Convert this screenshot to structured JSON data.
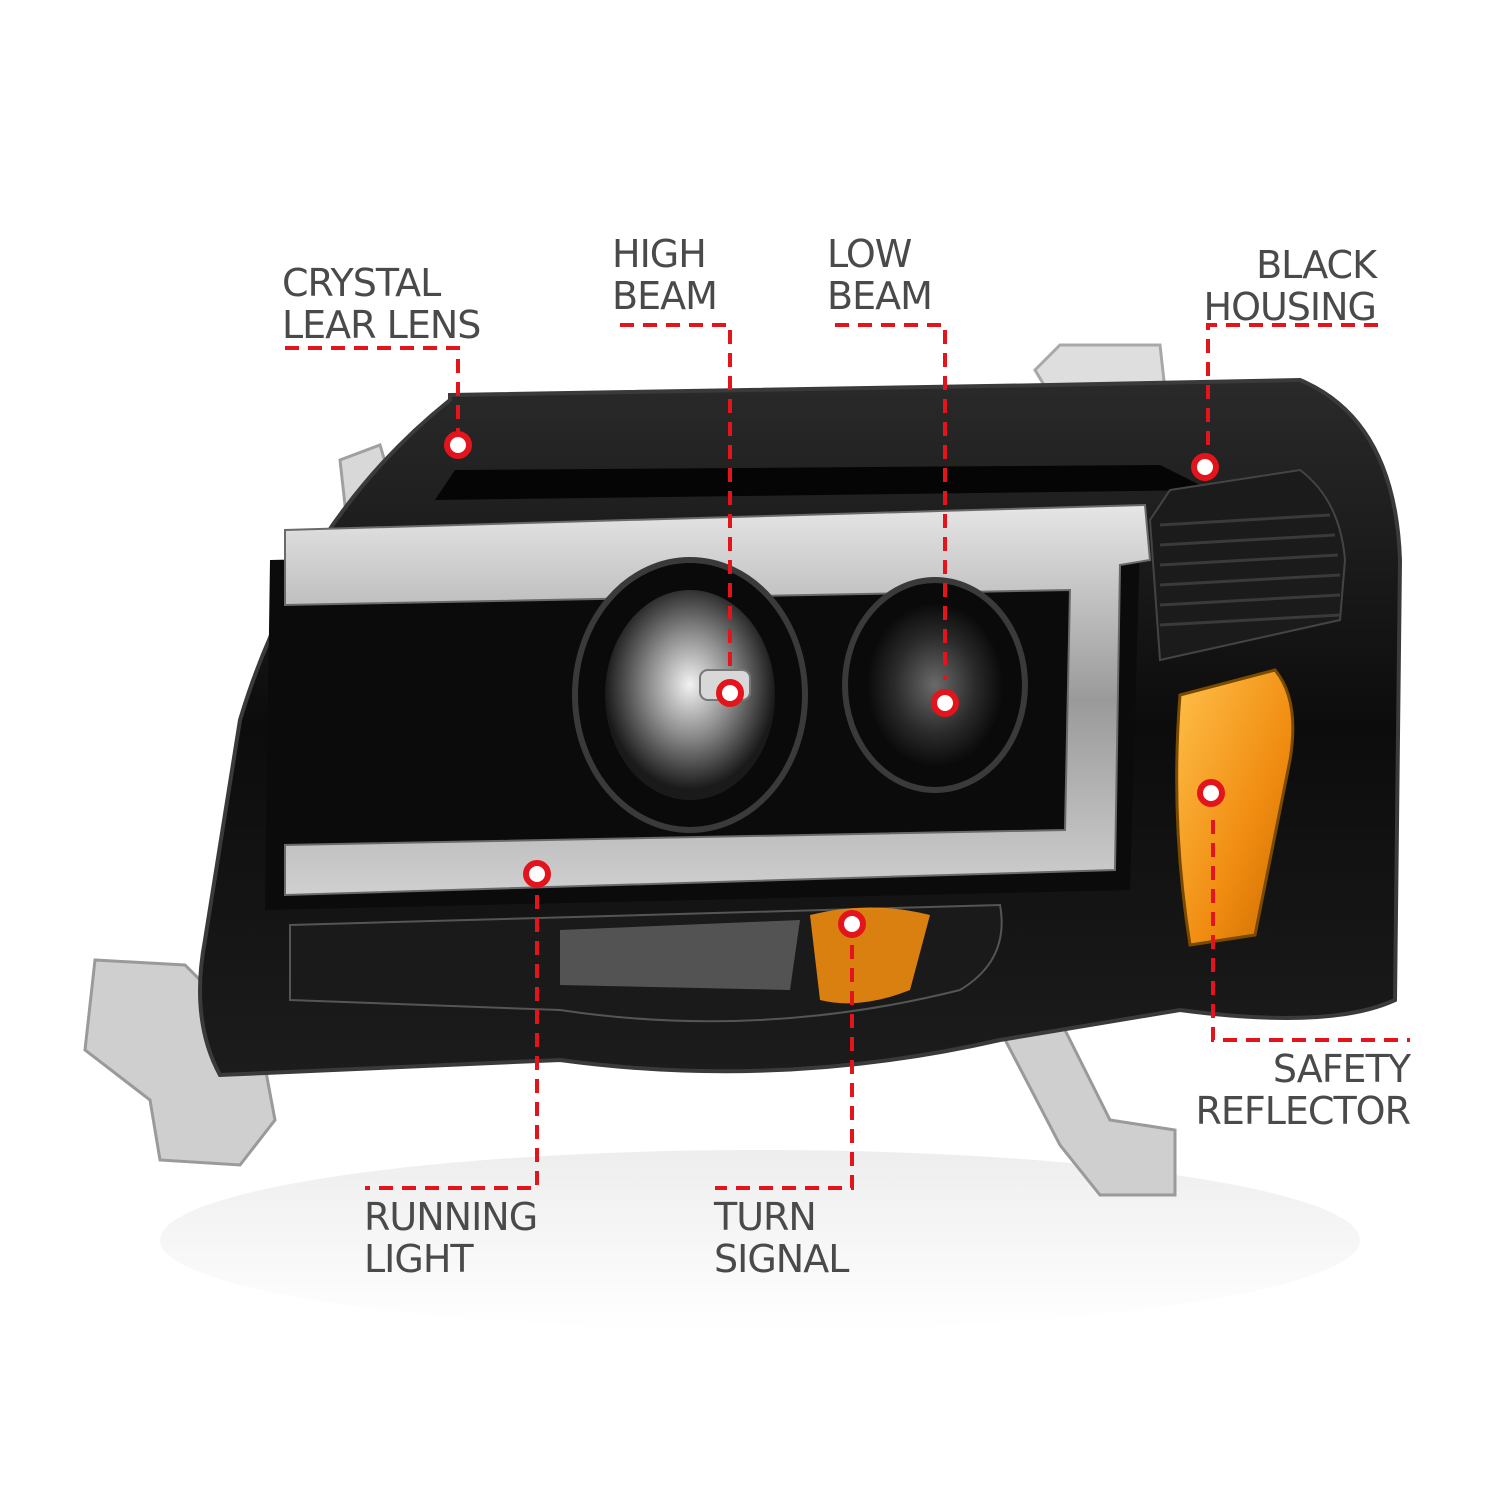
{
  "callouts": {
    "crystal_lens": {
      "line1": "CRYSTAL",
      "line2": "LEAR LENS"
    },
    "high_beam": {
      "line1": "HIGH",
      "line2": "BEAM"
    },
    "low_beam": {
      "line1": "LOW",
      "line2": "BEAM"
    },
    "black_housing": {
      "line1": "BLACK",
      "line2": "HOUSING"
    },
    "safety_reflector": {
      "line1": "SAFETY",
      "line2": "REFLECTOR"
    },
    "running_light": {
      "line1": "RUNNING",
      "line2": "LIGHT"
    },
    "turn_signal": {
      "line1": "TURN",
      "line2": "SIGNAL"
    }
  },
  "colors": {
    "callout_line": "#e3141b",
    "label_text": "#4a4a4a",
    "housing": "#111111",
    "bracket": "#c9c9c9",
    "amber": "#f29a1b"
  }
}
